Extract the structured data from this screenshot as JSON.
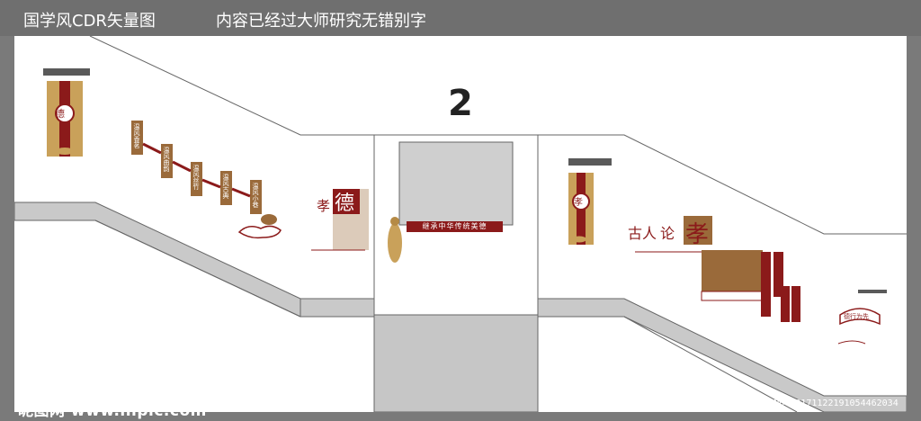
{
  "header": {
    "title_left": "国学风CDR矢量图",
    "title_right": "内容已经过大师研究无错别字"
  },
  "wall": {
    "floor_number": "2",
    "banner_text": "继承中华传统美德",
    "left_panel_char": "德",
    "right_panel_char": "孝",
    "xiao_label": "孝",
    "de_big": "德",
    "guren_text": "古人",
    "lun_text": "论",
    "xiao_big": "孝",
    "small_sign": "德行为先",
    "steps": [
      "温风香茗",
      "温风曲韵",
      "温风丝竹",
      "温风古典",
      "温风小巷"
    ]
  },
  "footer": {
    "watermark": "昵图网 www.nipic.com",
    "id_text": "ID:24703175 NO:20171122191054462034"
  },
  "colors": {
    "maroon": "#8b1a1a",
    "brown": "#9a6a3a",
    "gold": "#c9a15a",
    "gray": "#c9c9c9",
    "dark": "#5a5a5a"
  }
}
